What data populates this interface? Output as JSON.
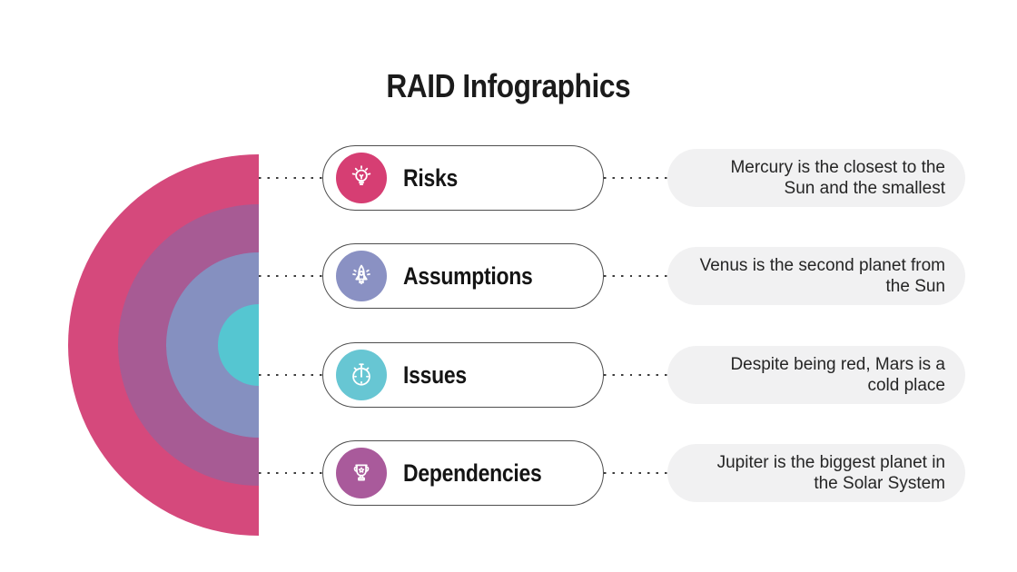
{
  "title": "RAID Infographics",
  "rows": [
    {
      "label": "Risks",
      "icon": "lightbulb-icon",
      "color": "#d63e73",
      "desc_line1": "Mercury is the closest to the",
      "desc_line2": "Sun and the smallest"
    },
    {
      "label": "Assumptions",
      "icon": "rocket-icon",
      "color": "#8a91c3",
      "desc_line1": "Venus is the second planet from",
      "desc_line2": "the Sun"
    },
    {
      "label": "Issues",
      "icon": "stopwatch-icon",
      "color": "#67c6d3",
      "desc_line1": "Despite being red, Mars is a",
      "desc_line2": "cold place"
    },
    {
      "label": "Dependencies",
      "icon": "trophy-icon",
      "color": "#a95a9b",
      "desc_line1": "Jupiter is the biggest planet in",
      "desc_line2": "the Solar System"
    }
  ],
  "semicircle": {
    "rings": [
      {
        "name": "outer",
        "color": "#d5497c"
      },
      {
        "name": "second",
        "color": "#a75b94"
      },
      {
        "name": "third",
        "color": "#8590c0"
      },
      {
        "name": "center",
        "color": "#55c6d1"
      }
    ]
  }
}
